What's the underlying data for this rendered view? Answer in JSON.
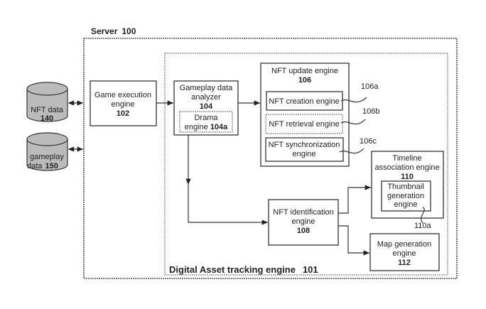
{
  "server": {
    "label": "Server",
    "ref": "100"
  },
  "tracking": {
    "label": "Digital Asset tracking engine",
    "ref": "101"
  },
  "nft_data": {
    "label": "NFT data",
    "ref": "140"
  },
  "gameplay_data": {
    "label": "gameplay",
    "label2": "data",
    "ref": "150"
  },
  "game_exec": {
    "l1": "Game execution",
    "l2": "engine",
    "ref": "102"
  },
  "analyzer": {
    "l1": "Gameplay data",
    "l2": "analyzer",
    "ref": "104"
  },
  "drama": {
    "l1": "Drama",
    "l2": "engine",
    "ref": "104a"
  },
  "update": {
    "l1": "NFT update engine",
    "ref": "106"
  },
  "creation": {
    "l1": "NFT creation engine",
    "ref": "106a"
  },
  "retrieval": {
    "l1": "NFT retrieval engine",
    "ref": "106b"
  },
  "sync": {
    "l1": "NFT synchronization",
    "l2": "engine",
    "ref": "106c"
  },
  "timeline": {
    "l1": "Timeline",
    "l2": "association engine",
    "ref": "110"
  },
  "thumb": {
    "l1": "Thumbnail",
    "l2": "generation",
    "l3": "engine",
    "ref": "110a"
  },
  "ident": {
    "l1": "NFT identification",
    "l2": "engine",
    "ref": "108"
  },
  "map": {
    "l1": "Map generation",
    "l2": "engine",
    "ref": "112"
  }
}
